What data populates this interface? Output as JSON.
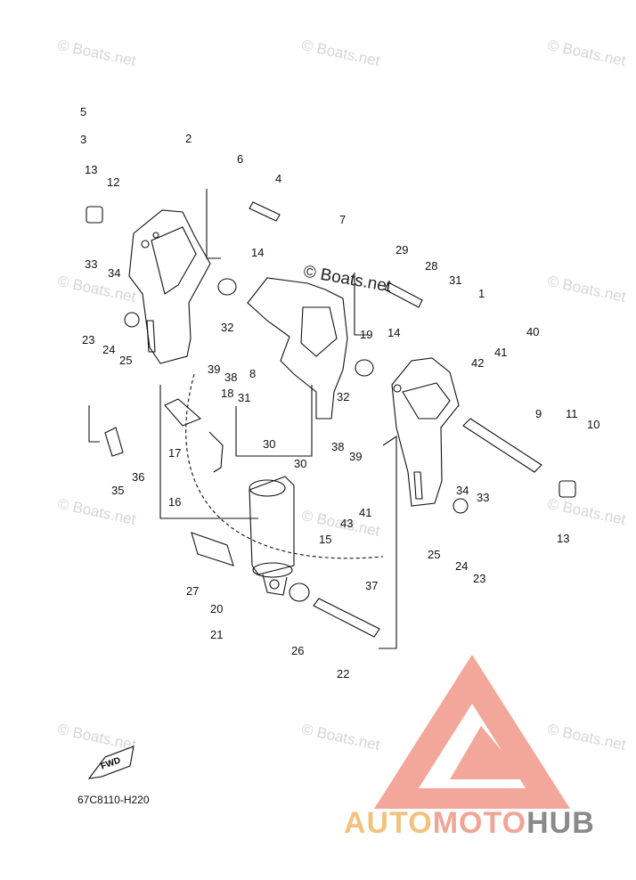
{
  "watermark_text": "© Boats.net",
  "drawing_code": "67C8110-H220",
  "fwd_label": "FWD",
  "brand": {
    "part1": "AUTO",
    "part2": "MOTO",
    "part3": "HUB"
  },
  "callouts": {
    "c1": "1",
    "c2": "2",
    "c3": "3",
    "c4": "4",
    "c5": "5",
    "c6": "6",
    "c7": "7",
    "c8": "8",
    "c9": "9",
    "c10": "10",
    "c11": "11",
    "c12": "12",
    "c13a": "13",
    "c13b": "13",
    "c14a": "14",
    "c14b": "14",
    "c15": "15",
    "c16": "16",
    "c17": "17",
    "c18": "18",
    "c19": "19",
    "c20": "20",
    "c21": "21",
    "c22": "22",
    "c23a": "23",
    "c23b": "23",
    "c24a": "24",
    "c24b": "24",
    "c25a": "25",
    "c25b": "25",
    "c26": "26",
    "c27": "27",
    "c28": "28",
    "c29": "29",
    "c30a": "30",
    "c30b": "30",
    "c31a": "31",
    "c31b": "31",
    "c32a": "32",
    "c32b": "32",
    "c33a": "33",
    "c33b": "33",
    "c34a": "34",
    "c34b": "34",
    "c35": "35",
    "c36": "36",
    "c37": "37",
    "c38a": "38",
    "c38b": "38",
    "c39a": "39",
    "c39b": "39",
    "c40": "40",
    "c41a": "41",
    "c41b": "41",
    "c42": "42",
    "c43": "43"
  }
}
